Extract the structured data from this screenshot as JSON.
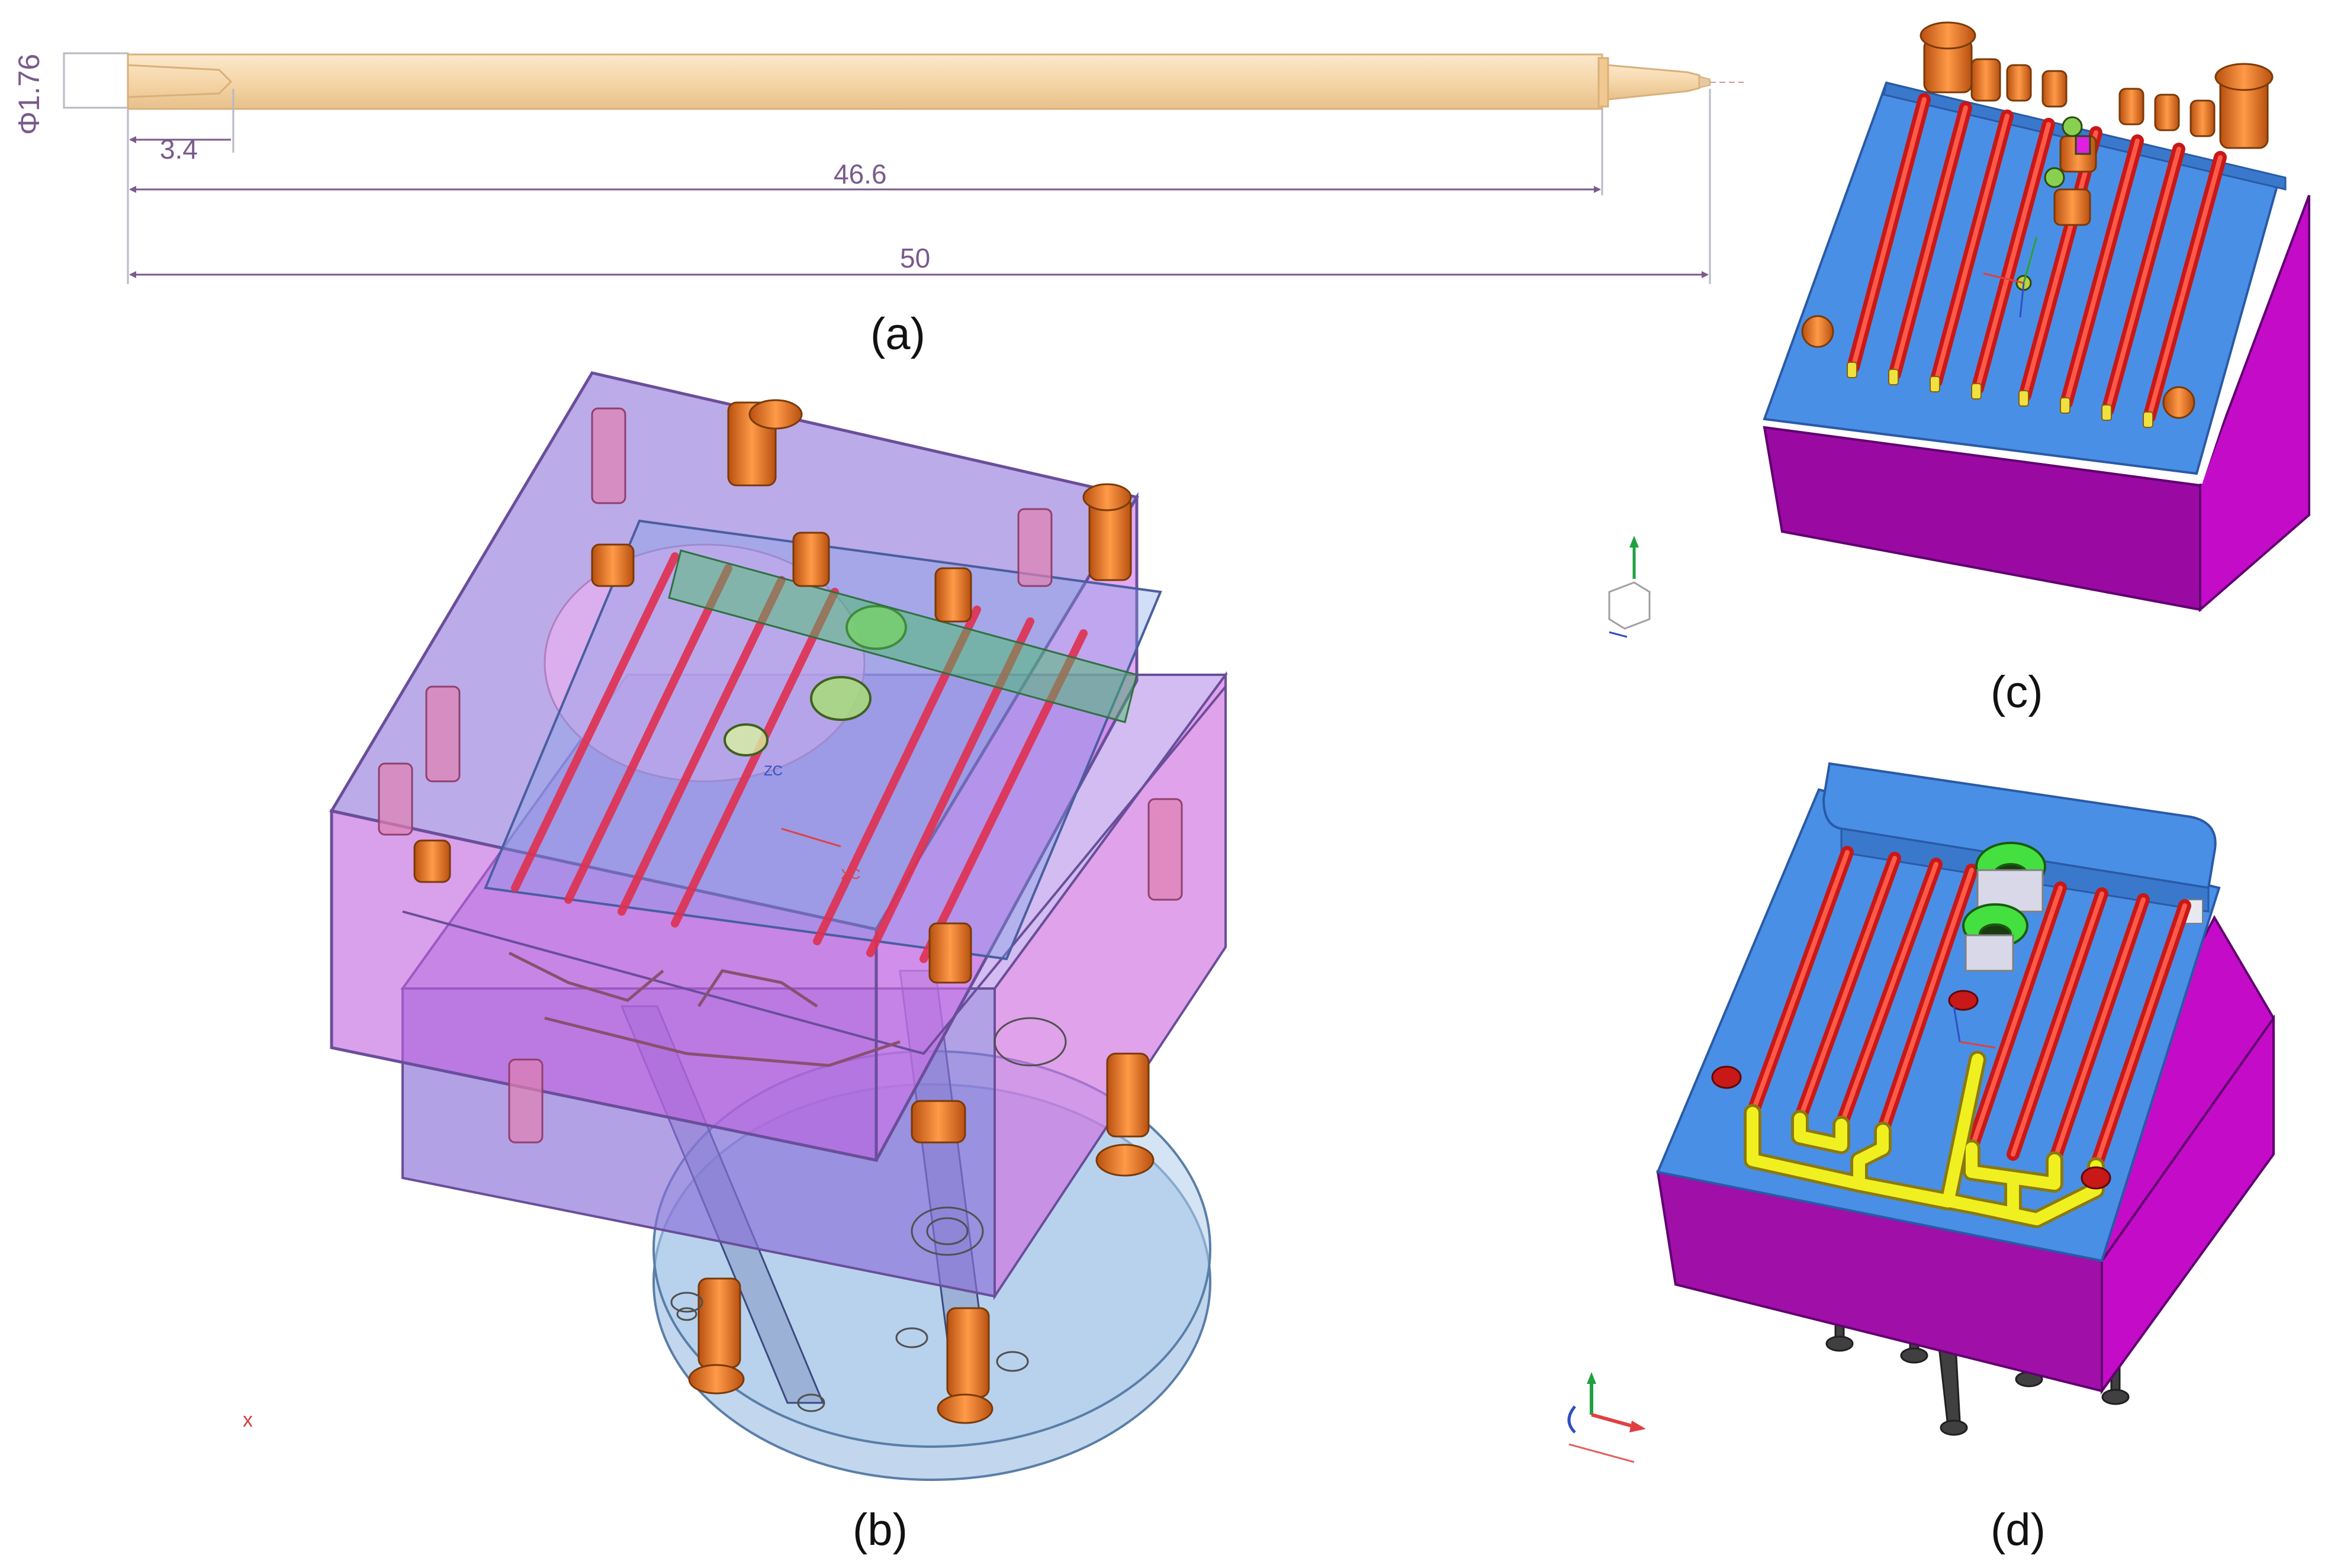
{
  "panel_a": {
    "caption": "(a)",
    "diameter_label": "Φ1.76",
    "tip_length_label": "3.4",
    "shaft_length_label": "46.6",
    "total_length_label": "50",
    "colors": {
      "pin": "#f5d8ad",
      "pin_edge": "#d8b07a",
      "dimension": "#7a5a8c"
    }
  },
  "panel_b": {
    "caption": "(b)",
    "axis_labels": {
      "origin": "ZC",
      "x": "XC"
    },
    "corner_mark": "x",
    "colors": {
      "block_top": "#8a6ed8",
      "block_side": "#d070e0",
      "base_plate": "#7aa8dc",
      "nozzle": "#e07a30",
      "runner": "#e03050"
    }
  },
  "panel_c": {
    "caption": "(c)",
    "colors": {
      "plate_top": "#4a8fe6",
      "side": "#b010b8",
      "heater": "#e03030",
      "nozzle": "#ea7a22"
    }
  },
  "panel_d": {
    "caption": "(d)",
    "colors": {
      "plate_top": "#4a8fe6",
      "side": "#b010b8",
      "heater": "#e03030",
      "runner": "#f0f020",
      "sprue": "#33dd33"
    }
  }
}
